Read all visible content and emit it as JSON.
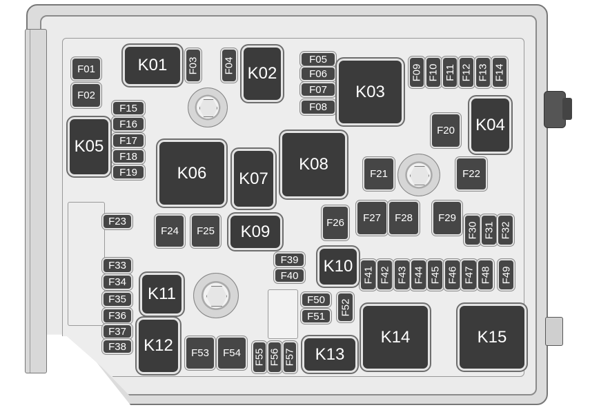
{
  "title": "Fuse box layout",
  "components": [
    {
      "id": "F01",
      "type": "fuse"
    },
    {
      "id": "F02",
      "type": "fuse"
    },
    {
      "id": "F03",
      "type": "fuse"
    },
    {
      "id": "F04",
      "type": "fuse"
    },
    {
      "id": "F05",
      "type": "fuse"
    },
    {
      "id": "F06",
      "type": "fuse"
    },
    {
      "id": "F07",
      "type": "fuse"
    },
    {
      "id": "F08",
      "type": "fuse"
    },
    {
      "id": "F09",
      "type": "fuse"
    },
    {
      "id": "F10",
      "type": "fuse"
    },
    {
      "id": "F11",
      "type": "fuse"
    },
    {
      "id": "F12",
      "type": "fuse"
    },
    {
      "id": "F13",
      "type": "fuse"
    },
    {
      "id": "F14",
      "type": "fuse"
    },
    {
      "id": "F15",
      "type": "fuse"
    },
    {
      "id": "F16",
      "type": "fuse"
    },
    {
      "id": "F17",
      "type": "fuse"
    },
    {
      "id": "F18",
      "type": "fuse"
    },
    {
      "id": "F19",
      "type": "fuse"
    },
    {
      "id": "F20",
      "type": "fuse"
    },
    {
      "id": "F21",
      "type": "fuse"
    },
    {
      "id": "F22",
      "type": "fuse"
    },
    {
      "id": "F23",
      "type": "fuse"
    },
    {
      "id": "F24",
      "type": "fuse"
    },
    {
      "id": "F25",
      "type": "fuse"
    },
    {
      "id": "F26",
      "type": "fuse"
    },
    {
      "id": "F27",
      "type": "fuse"
    },
    {
      "id": "F28",
      "type": "fuse"
    },
    {
      "id": "F29",
      "type": "fuse"
    },
    {
      "id": "F30",
      "type": "fuse"
    },
    {
      "id": "F31",
      "type": "fuse"
    },
    {
      "id": "F32",
      "type": "fuse"
    },
    {
      "id": "F33",
      "type": "fuse"
    },
    {
      "id": "F34",
      "type": "fuse"
    },
    {
      "id": "F35",
      "type": "fuse"
    },
    {
      "id": "F36",
      "type": "fuse"
    },
    {
      "id": "F37",
      "type": "fuse"
    },
    {
      "id": "F38",
      "type": "fuse"
    },
    {
      "id": "F39",
      "type": "fuse"
    },
    {
      "id": "F40",
      "type": "fuse"
    },
    {
      "id": "F41",
      "type": "fuse"
    },
    {
      "id": "F42",
      "type": "fuse"
    },
    {
      "id": "F43",
      "type": "fuse"
    },
    {
      "id": "F44",
      "type": "fuse"
    },
    {
      "id": "F45",
      "type": "fuse"
    },
    {
      "id": "F46",
      "type": "fuse"
    },
    {
      "id": "F47",
      "type": "fuse"
    },
    {
      "id": "F48",
      "type": "fuse"
    },
    {
      "id": "F49",
      "type": "fuse"
    },
    {
      "id": "F50",
      "type": "fuse"
    },
    {
      "id": "F51",
      "type": "fuse"
    },
    {
      "id": "F52",
      "type": "fuse"
    },
    {
      "id": "F53",
      "type": "fuse"
    },
    {
      "id": "F54",
      "type": "fuse"
    },
    {
      "id": "F55",
      "type": "fuse"
    },
    {
      "id": "F56",
      "type": "fuse"
    },
    {
      "id": "F57",
      "type": "fuse"
    },
    {
      "id": "K01",
      "type": "relay"
    },
    {
      "id": "K02",
      "type": "relay"
    },
    {
      "id": "K03",
      "type": "relay"
    },
    {
      "id": "K04",
      "type": "relay"
    },
    {
      "id": "K05",
      "type": "relay"
    },
    {
      "id": "K06",
      "type": "relay"
    },
    {
      "id": "K07",
      "type": "relay"
    },
    {
      "id": "K08",
      "type": "relay"
    },
    {
      "id": "K09",
      "type": "relay"
    },
    {
      "id": "K10",
      "type": "relay"
    },
    {
      "id": "K11",
      "type": "relay"
    },
    {
      "id": "K12",
      "type": "relay"
    },
    {
      "id": "K13",
      "type": "relay"
    },
    {
      "id": "K14",
      "type": "relay"
    },
    {
      "id": "K15",
      "type": "relay"
    }
  ]
}
